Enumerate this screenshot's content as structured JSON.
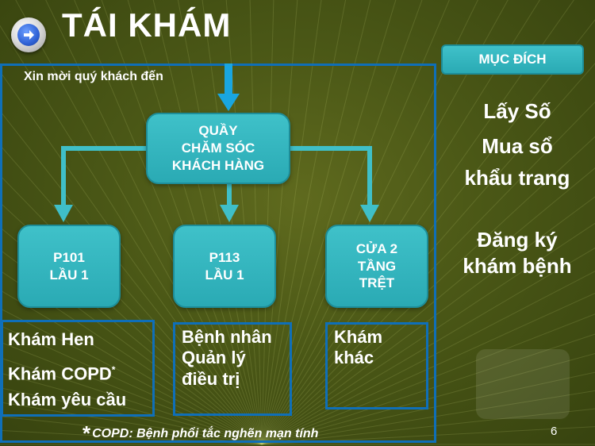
{
  "slide": {
    "title": "TÁI KHÁM",
    "invite": "Xin mời quý khách đến",
    "page_number": "6"
  },
  "colors": {
    "box_fill": "#2fb4bd",
    "frame_border": "#0f6fb8",
    "arrow": "#3fbfc8",
    "arrow_entry": "#19a6e0"
  },
  "flow": {
    "desk": "QUẦY\nCHĂM SÓC\nKHÁCH HÀNG",
    "p101": "P101\nLẦU 1",
    "p113": "P113\nLẦU 1",
    "cua2": "CỬA 2\nTẦNG\nTRỆT"
  },
  "lists": {
    "p101": [
      "Khám Hen",
      "Khám COPD",
      "Khám yêu cầu"
    ],
    "p101_mark": "*",
    "p113": "Bệnh nhân\nQuản lý\nđiều trị",
    "cua2": "Khám\nkhác"
  },
  "footnote": {
    "star": "*",
    "text": "COPD: Bệnh phổi tắc nghẽn mạn tính"
  },
  "purpose": {
    "header": "MỤC ĐÍCH",
    "item1": "Lấy Số",
    "item2": "Mua sổ",
    "item3": "khẩu trang",
    "item4": "Đăng ký\nkhám bệnh"
  }
}
